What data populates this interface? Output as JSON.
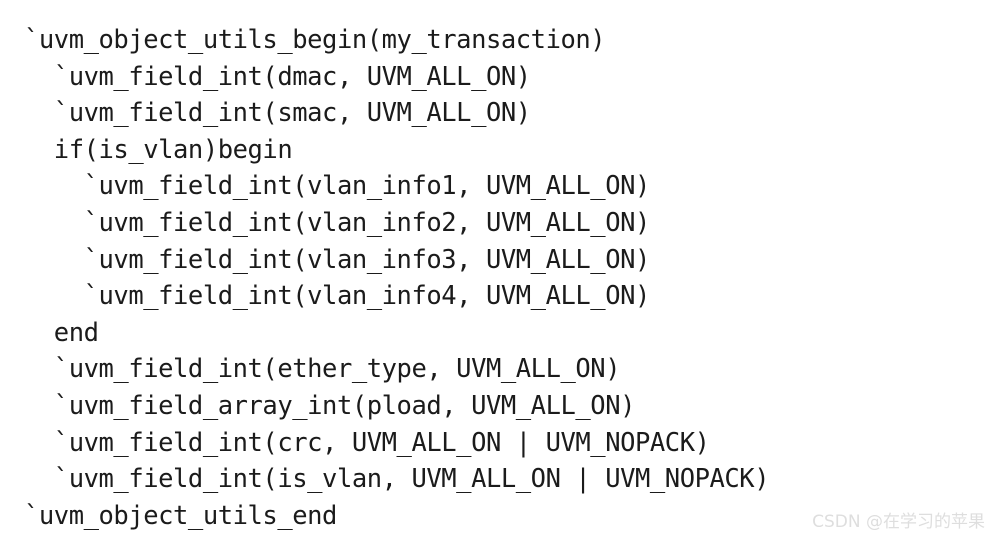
{
  "document": {
    "kind": "code-listing",
    "language": "SystemVerilog / UVM",
    "background_color": "#ffffff",
    "text_color": "#1b1b1b",
    "lines": [
      "`uvm_object_utils_begin(my_transaction)",
      "  `uvm_field_int(dmac, UVM_ALL_ON)",
      "  `uvm_field_int(smac, UVM_ALL_ON)",
      "  if(is_vlan)begin",
      "    `uvm_field_int(vlan_info1, UVM_ALL_ON)",
      "    `uvm_field_int(vlan_info2, UVM_ALL_ON)",
      "    `uvm_field_int(vlan_info3, UVM_ALL_ON)",
      "    `uvm_field_int(vlan_info4, UVM_ALL_ON)",
      "  end",
      "  `uvm_field_int(ether_type, UVM_ALL_ON)",
      "  `uvm_field_array_int(pload, UVM_ALL_ON)",
      "  `uvm_field_int(crc, UVM_ALL_ON | UVM_NOPACK)",
      "  `uvm_field_int(is_vlan, UVM_ALL_ON | UVM_NOPACK)",
      "`uvm_object_utils_end"
    ]
  },
  "watermark": {
    "text": "CSDN @在学习的苹果",
    "color": "#dedede"
  }
}
